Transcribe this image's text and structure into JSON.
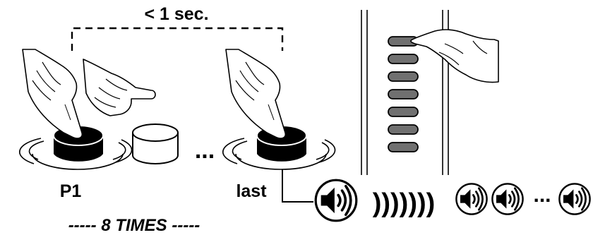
{
  "timing": {
    "label": "< 1 sec."
  },
  "buttons": {
    "first_label": "P1",
    "ellipsis": "...",
    "last_label": "last"
  },
  "repeat": {
    "label": "----- 8 TIMES -----"
  },
  "sound": {
    "icon": "speaker-icon",
    "waves": ")))))))",
    "ellipsis": "..."
  },
  "device": {
    "indicator_count": 7,
    "indicator_color": "#707070"
  },
  "colors": {
    "ink": "#000000",
    "indicator": "#707070",
    "hand_fill": "#ffffff"
  }
}
